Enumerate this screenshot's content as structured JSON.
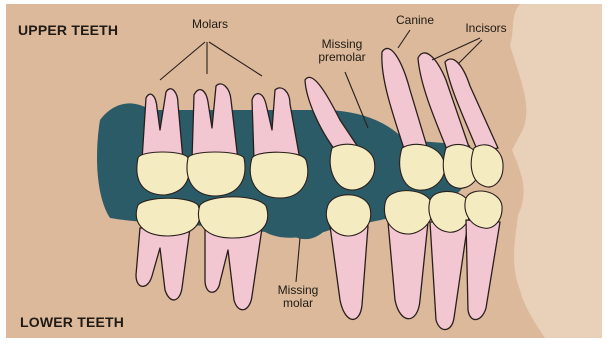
{
  "labels": {
    "upper_teeth": "UPPER TEETH",
    "lower_teeth": "LOWER TEETH",
    "molars": "Molars",
    "missing_premolar_line1": "Missing",
    "missing_premolar_line2": "premolar",
    "canine": "Canine",
    "incisors": "Incisors",
    "missing_molar_line1": "Missing",
    "missing_molar_line2": "molar"
  },
  "colors": {
    "background_tan": "#dcb99a",
    "gum": "#2b5b66",
    "tooth_root": "#f3c7d2",
    "tooth_crown": "#f4ecc0",
    "frame": "#ffffff",
    "ink": "#1f1a14"
  }
}
